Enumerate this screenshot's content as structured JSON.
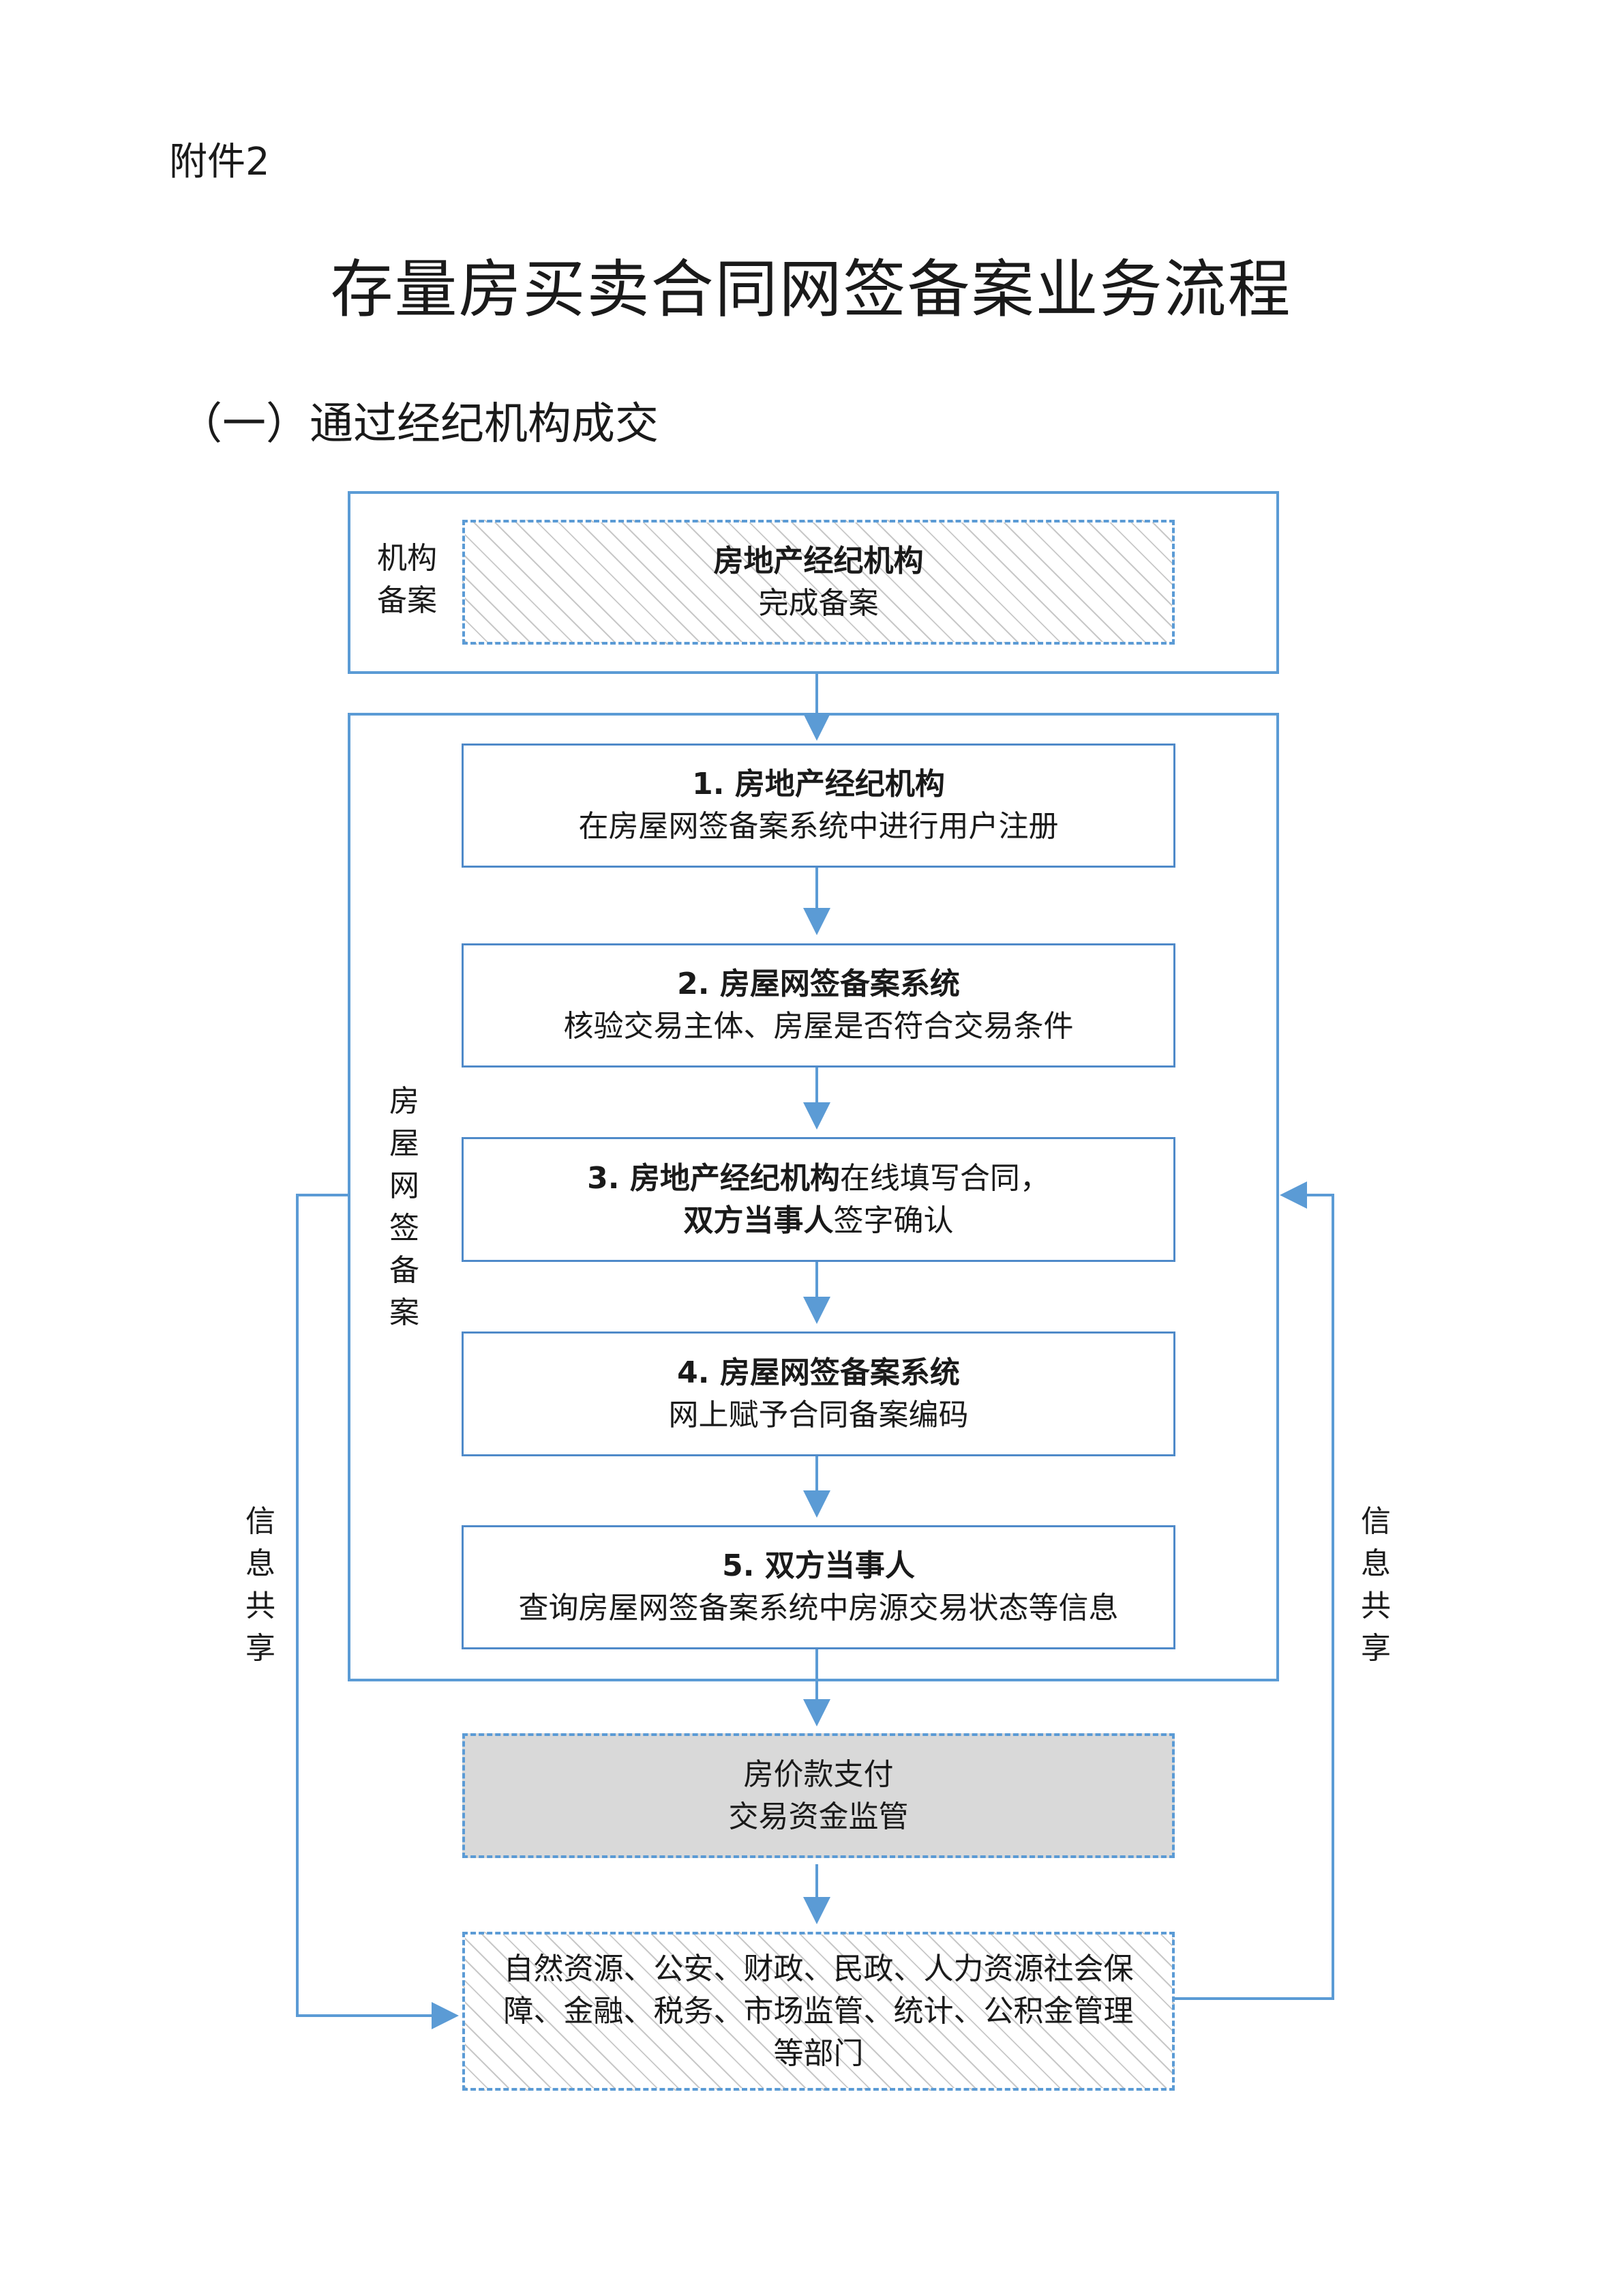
{
  "annex": "附件2",
  "title": "存量房买卖合同网签备案业务流程",
  "section": "（一）通过经纪机构成交",
  "group1": {
    "label_line1": "机构",
    "label_line2": "备案",
    "box": {
      "line1": "房地产经纪机构",
      "line2": "完成备案"
    }
  },
  "group2": {
    "label": [
      "房",
      "屋",
      "网",
      "签",
      "备",
      "案"
    ],
    "steps": [
      {
        "bold": "1. 房地产经纪机构",
        "text": "在房屋网签备案系统中进行用户注册"
      },
      {
        "bold": "2. 房屋网签备案系统",
        "text": "核验交易主体、房屋是否符合交易条件"
      },
      {
        "bold1": "3. 房地产经纪机构",
        "text1": "在线填写合同，",
        "bold2": "双方当事人",
        "text2": "签字确认"
      },
      {
        "bold": "4. 房屋网签备案系统",
        "text": "网上赋予合同备案编码"
      },
      {
        "bold": "5. 双方当事人",
        "text": "查询房屋网签备案系统中房源交易状态等信息"
      }
    ]
  },
  "payment": {
    "line1": "房价款支付",
    "line2": "交易资金监管"
  },
  "departments": {
    "line1": "自然资源、公安、财政、民政、人力资源社会保",
    "line2": "障、金融、税务、市场监管、统计、公积金管理",
    "line3": "等部门"
  },
  "info_share_left": [
    "信",
    "息",
    "共",
    "享"
  ],
  "info_share_right": [
    "信",
    "息",
    "共",
    "享"
  ]
}
